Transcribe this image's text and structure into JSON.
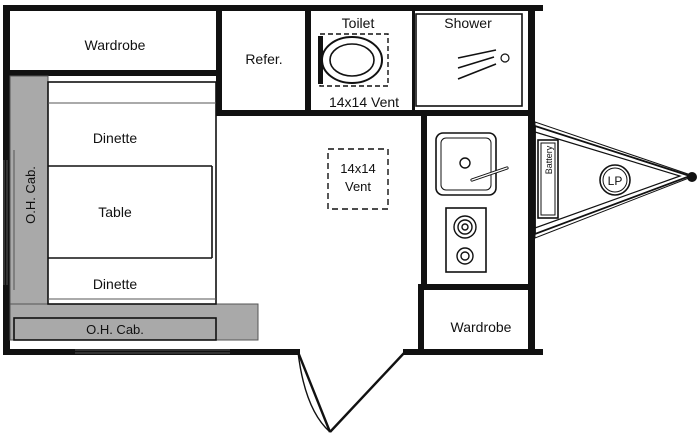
{
  "labels": {
    "wardrobe_top": "Wardrobe",
    "refer": "Refer.",
    "toilet": "Toilet",
    "shower": "Shower",
    "vent_bath": "14x14 Vent",
    "vent_center_line1": "14x14",
    "vent_center_line2": "Vent",
    "dinette_top": "Dinette",
    "table": "Table",
    "dinette_bottom": "Dinette",
    "oh_cab_left": "O.H. Cab.",
    "oh_cab_bottom": "O.H. Cab.",
    "battery": "Battery",
    "lp": "LP",
    "wardrobe_bottom": "Wardrobe"
  },
  "colors": {
    "wall": "#111111",
    "cabinet_fill": "#a9a9a9",
    "background": "#ffffff"
  }
}
